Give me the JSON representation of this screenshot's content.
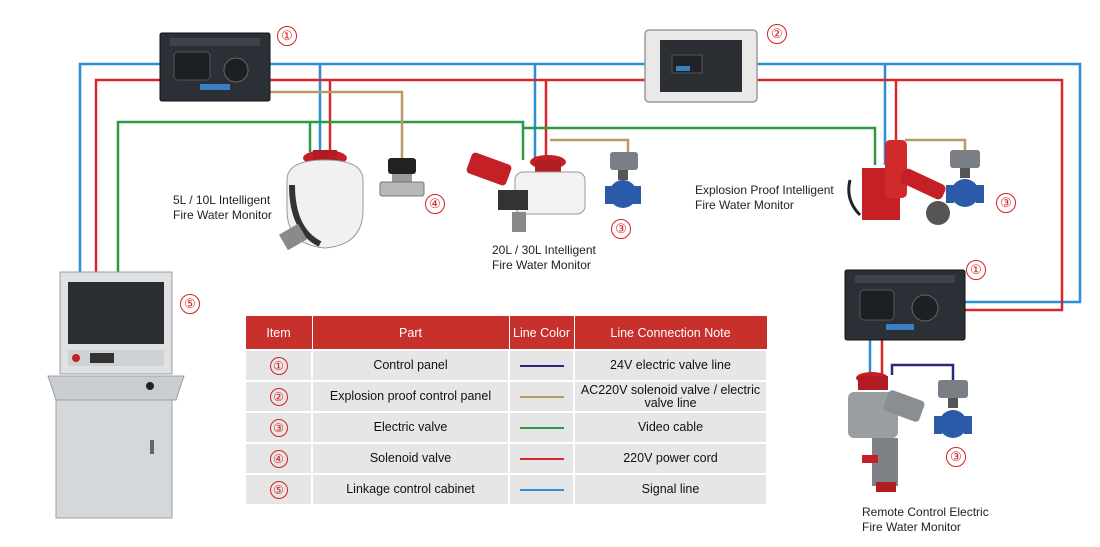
{
  "colors": {
    "blue": "#2a8fd6",
    "red": "#d8262a",
    "green": "#2a9a45",
    "tan": "#b99a65",
    "navy": "#29287a",
    "badge": "#d42020",
    "header": "#c8302c"
  },
  "devices": {
    "control_panel_1": {
      "number": "①"
    },
    "explosion_panel_2": {
      "number": "②"
    },
    "monitor_5l": {
      "label_line1": "5L / 10L Intelligent",
      "label_line2": "Fire Water Monitor"
    },
    "solenoid_4": {
      "number": "④"
    },
    "monitor_20l": {
      "label_line1": "20L / 30L Intelligent",
      "label_line2": "Fire Water Monitor"
    },
    "electric_valve_mid": {
      "number": "③"
    },
    "explosion_monitor": {
      "label_line1": "Explosion Proof Intelligent",
      "label_line2": "Fire Water Monitor"
    },
    "electric_valve_right": {
      "number": "③"
    },
    "control_panel_right": {
      "number": "①"
    },
    "cabinet_5": {
      "number": "⑤"
    },
    "remote_monitor": {
      "label_line1": "Remote Control Electric",
      "label_line2": "Fire Water Monitor"
    },
    "electric_valve_bottom": {
      "number": "③"
    }
  },
  "table": {
    "headers": [
      "Item",
      "Part",
      "Line Color",
      "Line Connection Note"
    ],
    "rows": [
      {
        "item": "①",
        "part": "Control panel",
        "color": "navy",
        "note": "24V electric valve line"
      },
      {
        "item": "②",
        "part": "Explosion proof control panel",
        "color": "tan",
        "note": "AC220V solenoid valve / electric valve line"
      },
      {
        "item": "③",
        "part": "Electric valve",
        "color": "green",
        "note": "Video cable"
      },
      {
        "item": "④",
        "part": "Solenoid valve",
        "color": "red",
        "note": "220V power cord"
      },
      {
        "item": "⑤",
        "part": "Linkage control cabinet",
        "color": "blue",
        "note": "Signal line"
      }
    ]
  }
}
